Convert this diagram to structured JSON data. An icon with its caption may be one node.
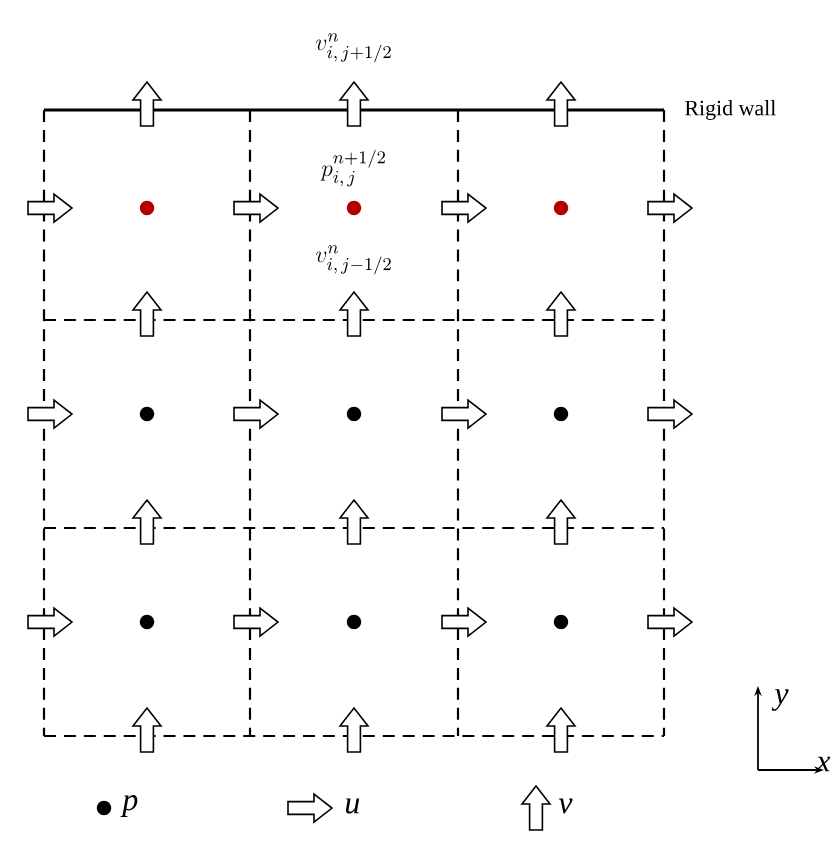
{
  "diagram": {
    "labels": [
      "v^{n}_{i,\\,j+1/2}",
      "p^{n+1/2}_{i,\\,j}",
      "v^{n}_{i,\\,j-1/2}",
      "Rigid wall",
      "y",
      "x"
    ],
    "legend": [
      {
        "text": "p"
      },
      {
        "text": "u"
      },
      {
        "text": "v"
      }
    ]
  }
}
